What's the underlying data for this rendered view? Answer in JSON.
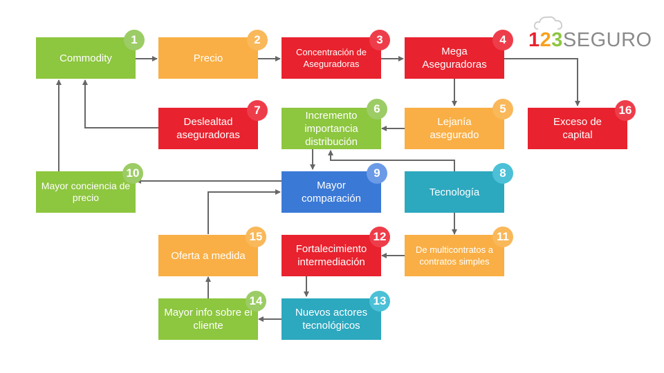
{
  "logo": {
    "d1": "1",
    "d2": "2",
    "d3": "3",
    "word": "SEGURO"
  },
  "colors": {
    "green": "#8dc63f",
    "orange": "#f9af45",
    "red": "#e8222e",
    "blue": "#3b79d6",
    "teal": "#2ca8bf",
    "arrow": "#666666"
  },
  "nodes": [
    {
      "id": 1,
      "label": "Commodity",
      "color": "green"
    },
    {
      "id": 2,
      "label": "Precio",
      "color": "orange"
    },
    {
      "id": 3,
      "label": "Concentración de Aseguradoras",
      "color": "red"
    },
    {
      "id": 4,
      "label": "Mega Aseguradoras",
      "color": "red"
    },
    {
      "id": 5,
      "label": "Lejanía asegurado",
      "color": "orange"
    },
    {
      "id": 6,
      "label": "Incremento importancia distribución",
      "color": "green"
    },
    {
      "id": 7,
      "label": "Deslealtad aseguradoras",
      "color": "red"
    },
    {
      "id": 8,
      "label": "Tecnología",
      "color": "teal"
    },
    {
      "id": 9,
      "label": "Mayor comparación",
      "color": "blue"
    },
    {
      "id": 10,
      "label": "Mayor conciencia de precio",
      "color": "green"
    },
    {
      "id": 11,
      "label": "De multicontratos a contratos simples",
      "color": "orange"
    },
    {
      "id": 12,
      "label": "Fortalecimiento intermediación",
      "color": "red"
    },
    {
      "id": 13,
      "label": "Nuevos actores tecnológicos",
      "color": "teal"
    },
    {
      "id": 14,
      "label": "Mayor info sobre el cliente",
      "color": "green"
    },
    {
      "id": 15,
      "label": "Oferta a medida",
      "color": "orange"
    },
    {
      "id": 16,
      "label": "Exceso de capital",
      "color": "red"
    }
  ],
  "edges": [
    {
      "from": 1,
      "to": 2
    },
    {
      "from": 2,
      "to": 3
    },
    {
      "from": 3,
      "to": 4
    },
    {
      "from": 4,
      "to": 5
    },
    {
      "from": 4,
      "to": 16
    },
    {
      "from": 5,
      "to": 6
    },
    {
      "from": 6,
      "to": 9
    },
    {
      "from": 7,
      "to": 1
    },
    {
      "from": 10,
      "to": 1
    },
    {
      "from": 9,
      "to": 10
    },
    {
      "from": 8,
      "to": 6
    },
    {
      "from": 8,
      "to": 11
    },
    {
      "from": 11,
      "to": 12
    },
    {
      "from": 12,
      "to": 13
    },
    {
      "from": 13,
      "to": 14
    },
    {
      "from": 14,
      "to": 15
    },
    {
      "from": 15,
      "to": 9
    }
  ]
}
